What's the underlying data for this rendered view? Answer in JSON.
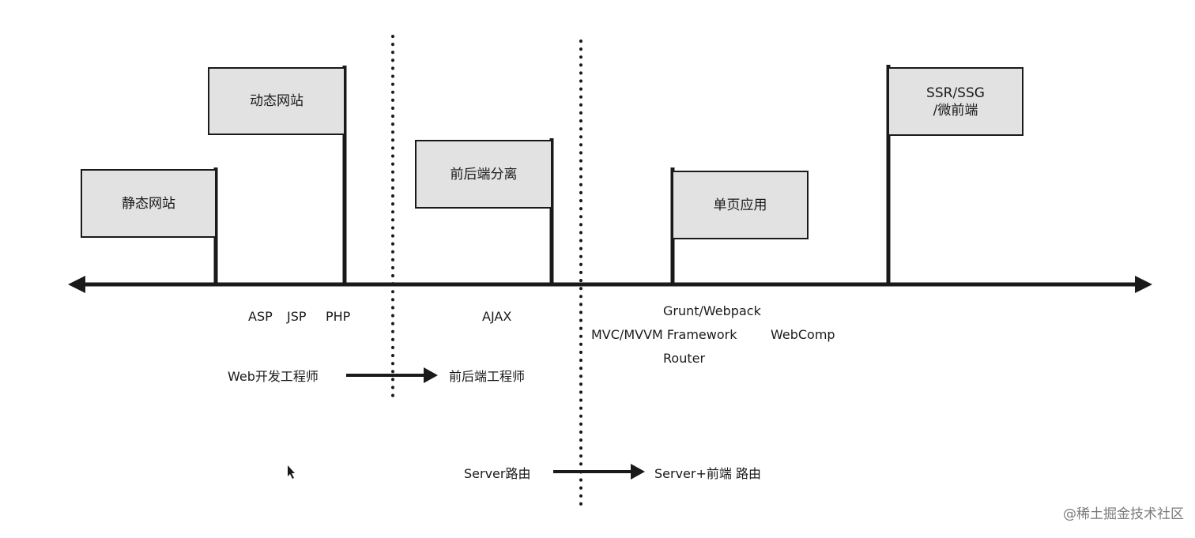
{
  "flags": {
    "static_site": "静态网站",
    "dynamic_site": "动态网站",
    "frontend_backend_separation": "前后端分离",
    "single_page_app": "单页应用",
    "ssr_ssg": "SSR/SSG\n/微前端"
  },
  "tech": {
    "asp": "ASP",
    "jsp": "JSP",
    "php": "PHP",
    "ajax": "AJAX",
    "grunt_webpack": "Grunt/Webpack",
    "mvc_mvvm": "MVC/MVVM Framework",
    "webcomp": "WebComp",
    "router": "Router"
  },
  "roles": {
    "web_engineer": "Web开发工程师",
    "frontend_backend_engineer": "前后端工程师"
  },
  "routing": {
    "server_routing": "Server路由",
    "server_frontend_routing": "Server+前端 路由"
  },
  "watermark": "@稀土掘金技术社区",
  "colors": {
    "flag_fill": "#e2e2e2",
    "stroke": "#1a1a1a",
    "background": "#ffffff"
  }
}
